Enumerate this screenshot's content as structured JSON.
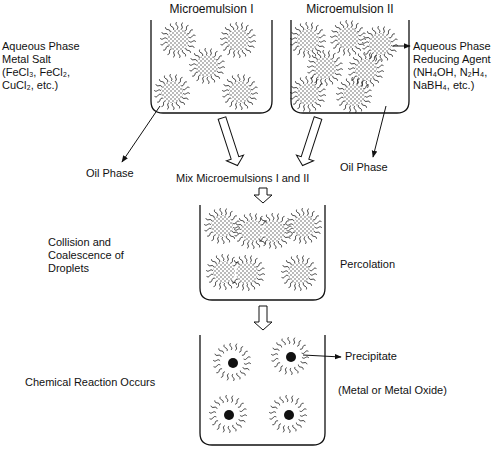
{
  "diagram": {
    "nodes": [
      {
        "text": [
          "Microemulsion I"
        ]
      },
      {
        "text": [
          "Microemulsion II"
        ]
      }
    ],
    "labels": [
      "Aqueous Phase Metal Salt (FeCl₃, FeCl₂, CuCl₂, etc.)",
      "Aqueous Phase Reducing Agent (NH₄OH, N₂H₄, NaBH₄, etc.)",
      "Oil Phase",
      "Mix Microemulsions I and II",
      "Oil Phase",
      "Collision and Coalescence of Droplets",
      "Percolation",
      "Chemical Reaction Occurs",
      "Precipitate",
      "(Metal or Metal Oxide)"
    ]
  }
}
